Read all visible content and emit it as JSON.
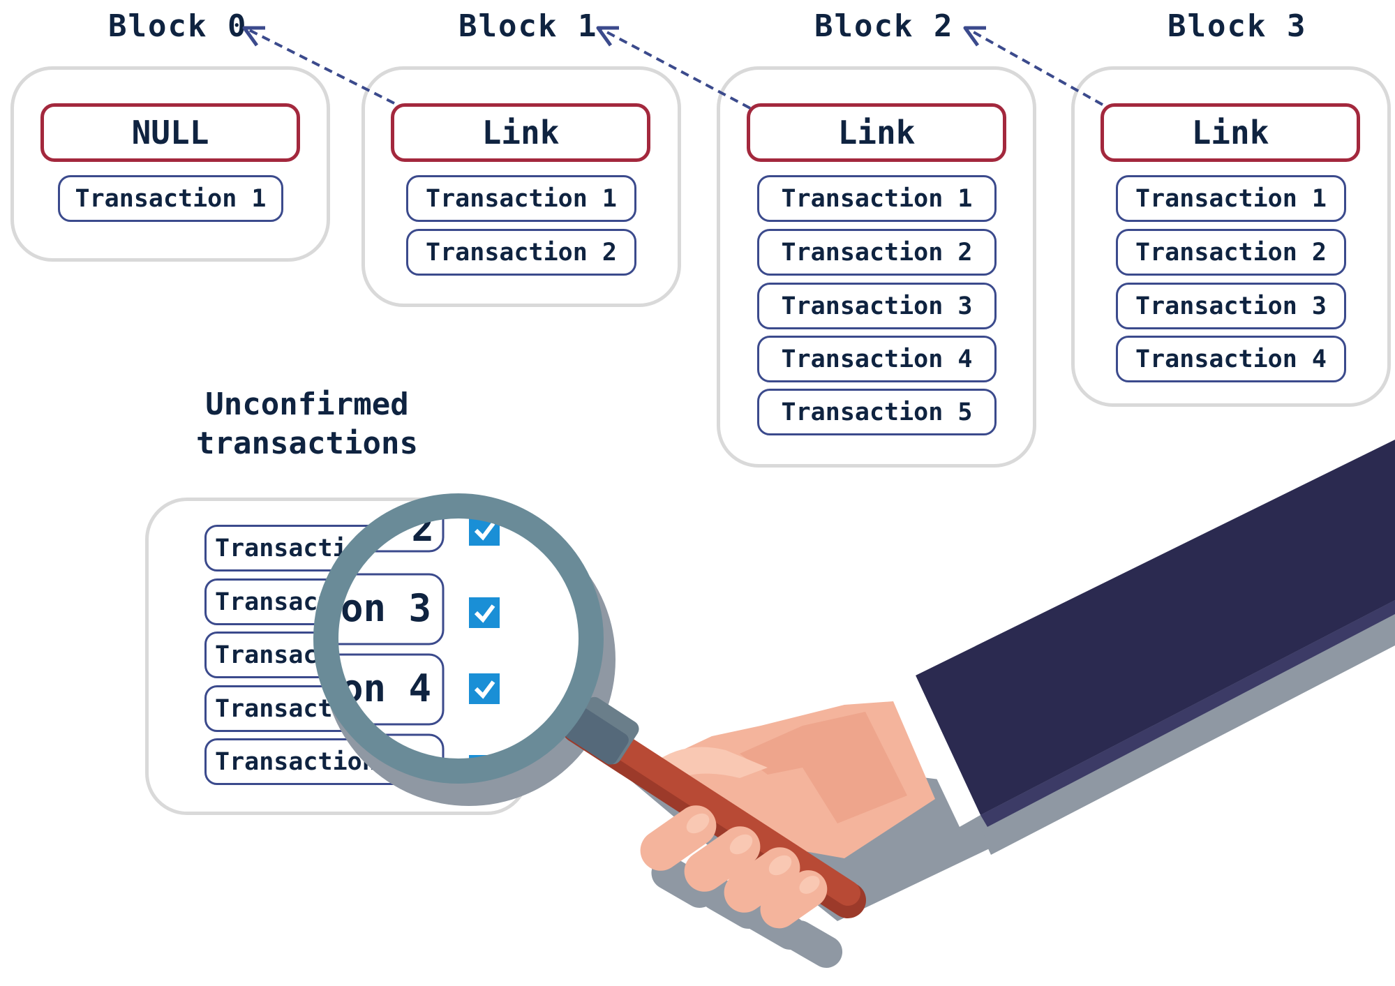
{
  "blocks": [
    {
      "title": "Block 0",
      "link": "NULL",
      "transactions": [
        "Transaction 1"
      ]
    },
    {
      "title": "Block 1",
      "link": "Link",
      "transactions": [
        "Transaction 1",
        "Transaction 2"
      ]
    },
    {
      "title": "Block 2",
      "link": "Link",
      "transactions": [
        "Transaction 1",
        "Transaction 2",
        "Transaction 3",
        "Transaction 4",
        "Transaction 5"
      ]
    },
    {
      "title": "Block 3",
      "link": "Link",
      "transactions": [
        "Transaction 1",
        "Transaction 2",
        "Transaction 3",
        "Transaction 4"
      ]
    }
  ],
  "unconfirmed": {
    "title_line1": "Unconfirmed",
    "title_line2": "transactions",
    "items": [
      "Transaction",
      "Transaction",
      "Transaction",
      "Transaction",
      "Transaction"
    ],
    "magnified": [
      "2",
      "on 3",
      "on 4"
    ]
  },
  "colors": {
    "link_border": "#a3283d",
    "tx_border": "#3b4a8c",
    "block_border": "#d9d9d9",
    "arrow": "#3b4a8c",
    "checkbox": "#1a8fd6",
    "lens_ring": "#6a8b98",
    "sleeve": "#2b2a50",
    "skin": "#f4b49c",
    "handle": "#b84a35"
  },
  "icons": [
    "checkbox-checked-icon",
    "magnifying-glass-icon",
    "hand-illustration"
  ]
}
